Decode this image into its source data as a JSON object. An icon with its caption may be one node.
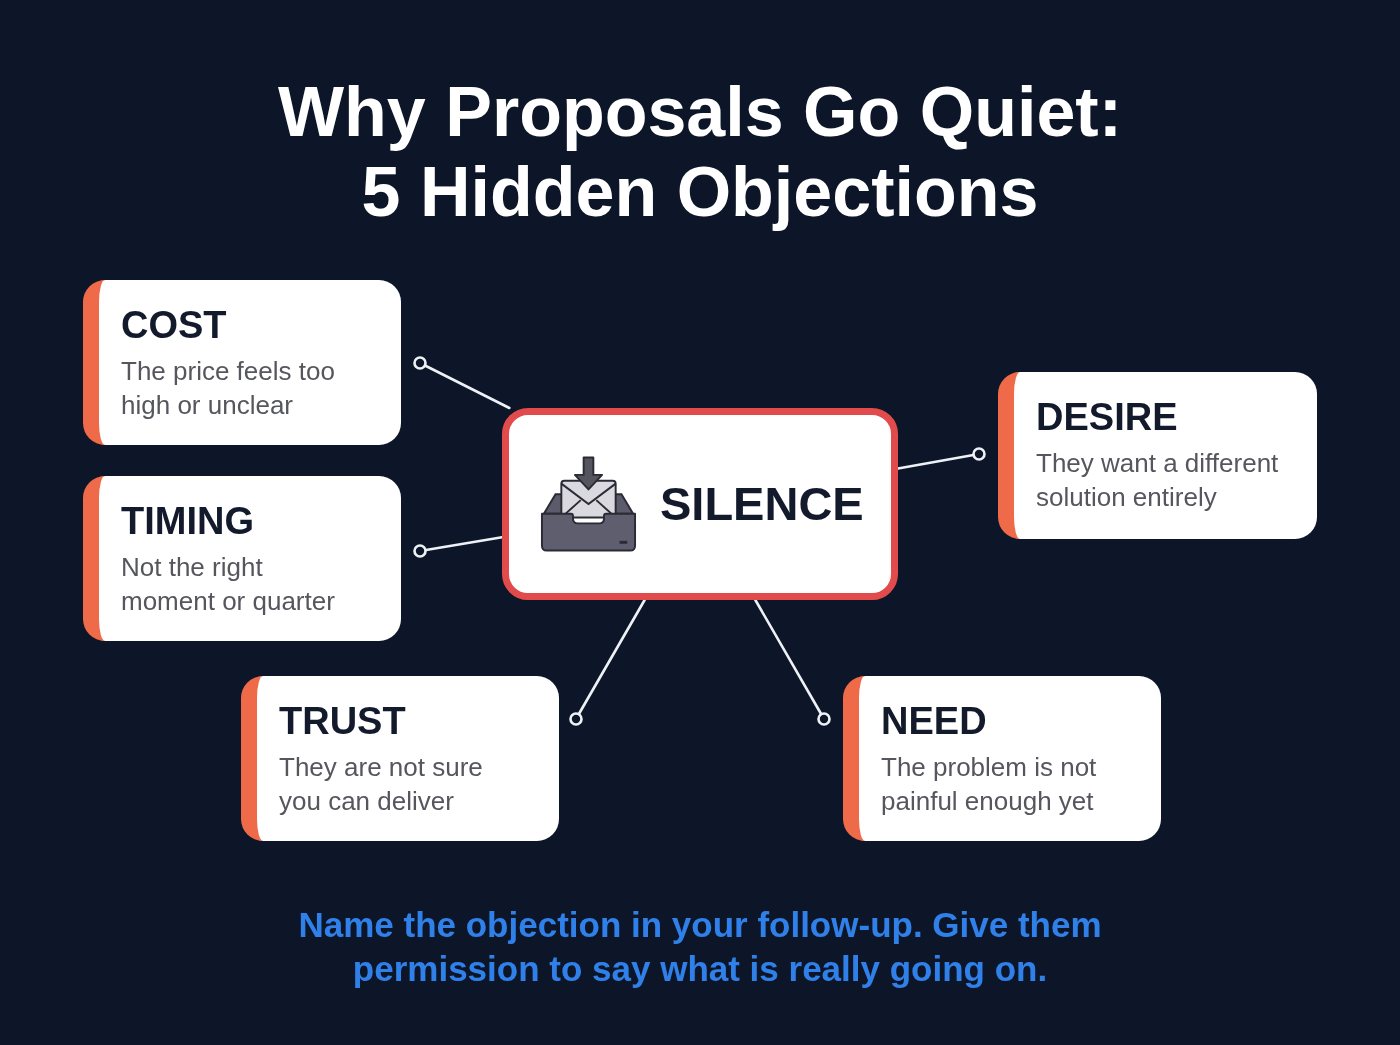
{
  "diagram": {
    "title": "Why Proposals Go Quiet: 5 Hidden Objections",
    "nodes": [
      {
        "text": [
          "COST",
          "The price feels too high or unclear"
        ]
      },
      {
        "text": [
          "DESIRE",
          "They want a different solution entirely"
        ]
      },
      {
        "text": [
          "SILENCE"
        ]
      },
      {
        "text": [
          "TIMING",
          "Not the right moment or quarter"
        ]
      },
      {
        "text": [
          "TRUST",
          "They are not sure you can deliver"
        ]
      },
      {
        "text": [
          "NEED",
          "The problem is not painful enough yet"
        ]
      }
    ],
    "edges": [
      {
        "from": 2,
        "to": 0,
        "arrow": "other"
      },
      {
        "from": 2,
        "to": 1,
        "arrow": "other"
      },
      {
        "from": 2,
        "to": 3,
        "arrow": "other"
      },
      {
        "from": 2,
        "to": 4,
        "arrow": "other"
      },
      {
        "from": 2,
        "to": 5,
        "arrow": "other"
      }
    ],
    "caption": "Name the objection in your follow-up. Give them permission to say what is really going on."
  }
}
